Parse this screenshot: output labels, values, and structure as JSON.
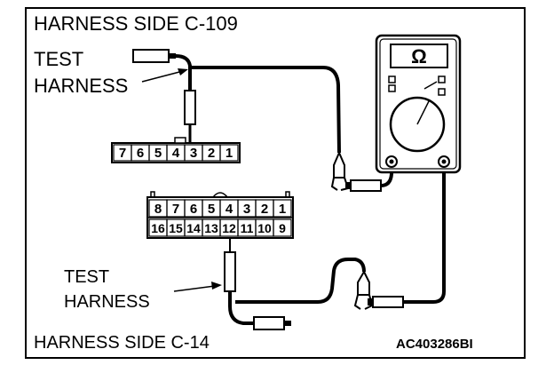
{
  "diagram": {
    "title_top": "HARNESS SIDE C-109",
    "title_bottom": "HARNESS SIDE C-14",
    "test_harness_top": [
      "TEST",
      "HARNESS"
    ],
    "test_harness_bottom": [
      "TEST",
      "HARNESS"
    ],
    "meter_symbol": "Ω",
    "figure_code": "AC403286BI",
    "connector_c109_pins": [
      "7",
      "6",
      "5",
      "4",
      "3",
      "2",
      "1"
    ],
    "connector_c14_row1": [
      "8",
      "7",
      "6",
      "5",
      "4",
      "3",
      "2",
      "1"
    ],
    "connector_c14_row2": [
      "16",
      "15",
      "14",
      "13",
      "12",
      "11",
      "10",
      "9"
    ]
  }
}
